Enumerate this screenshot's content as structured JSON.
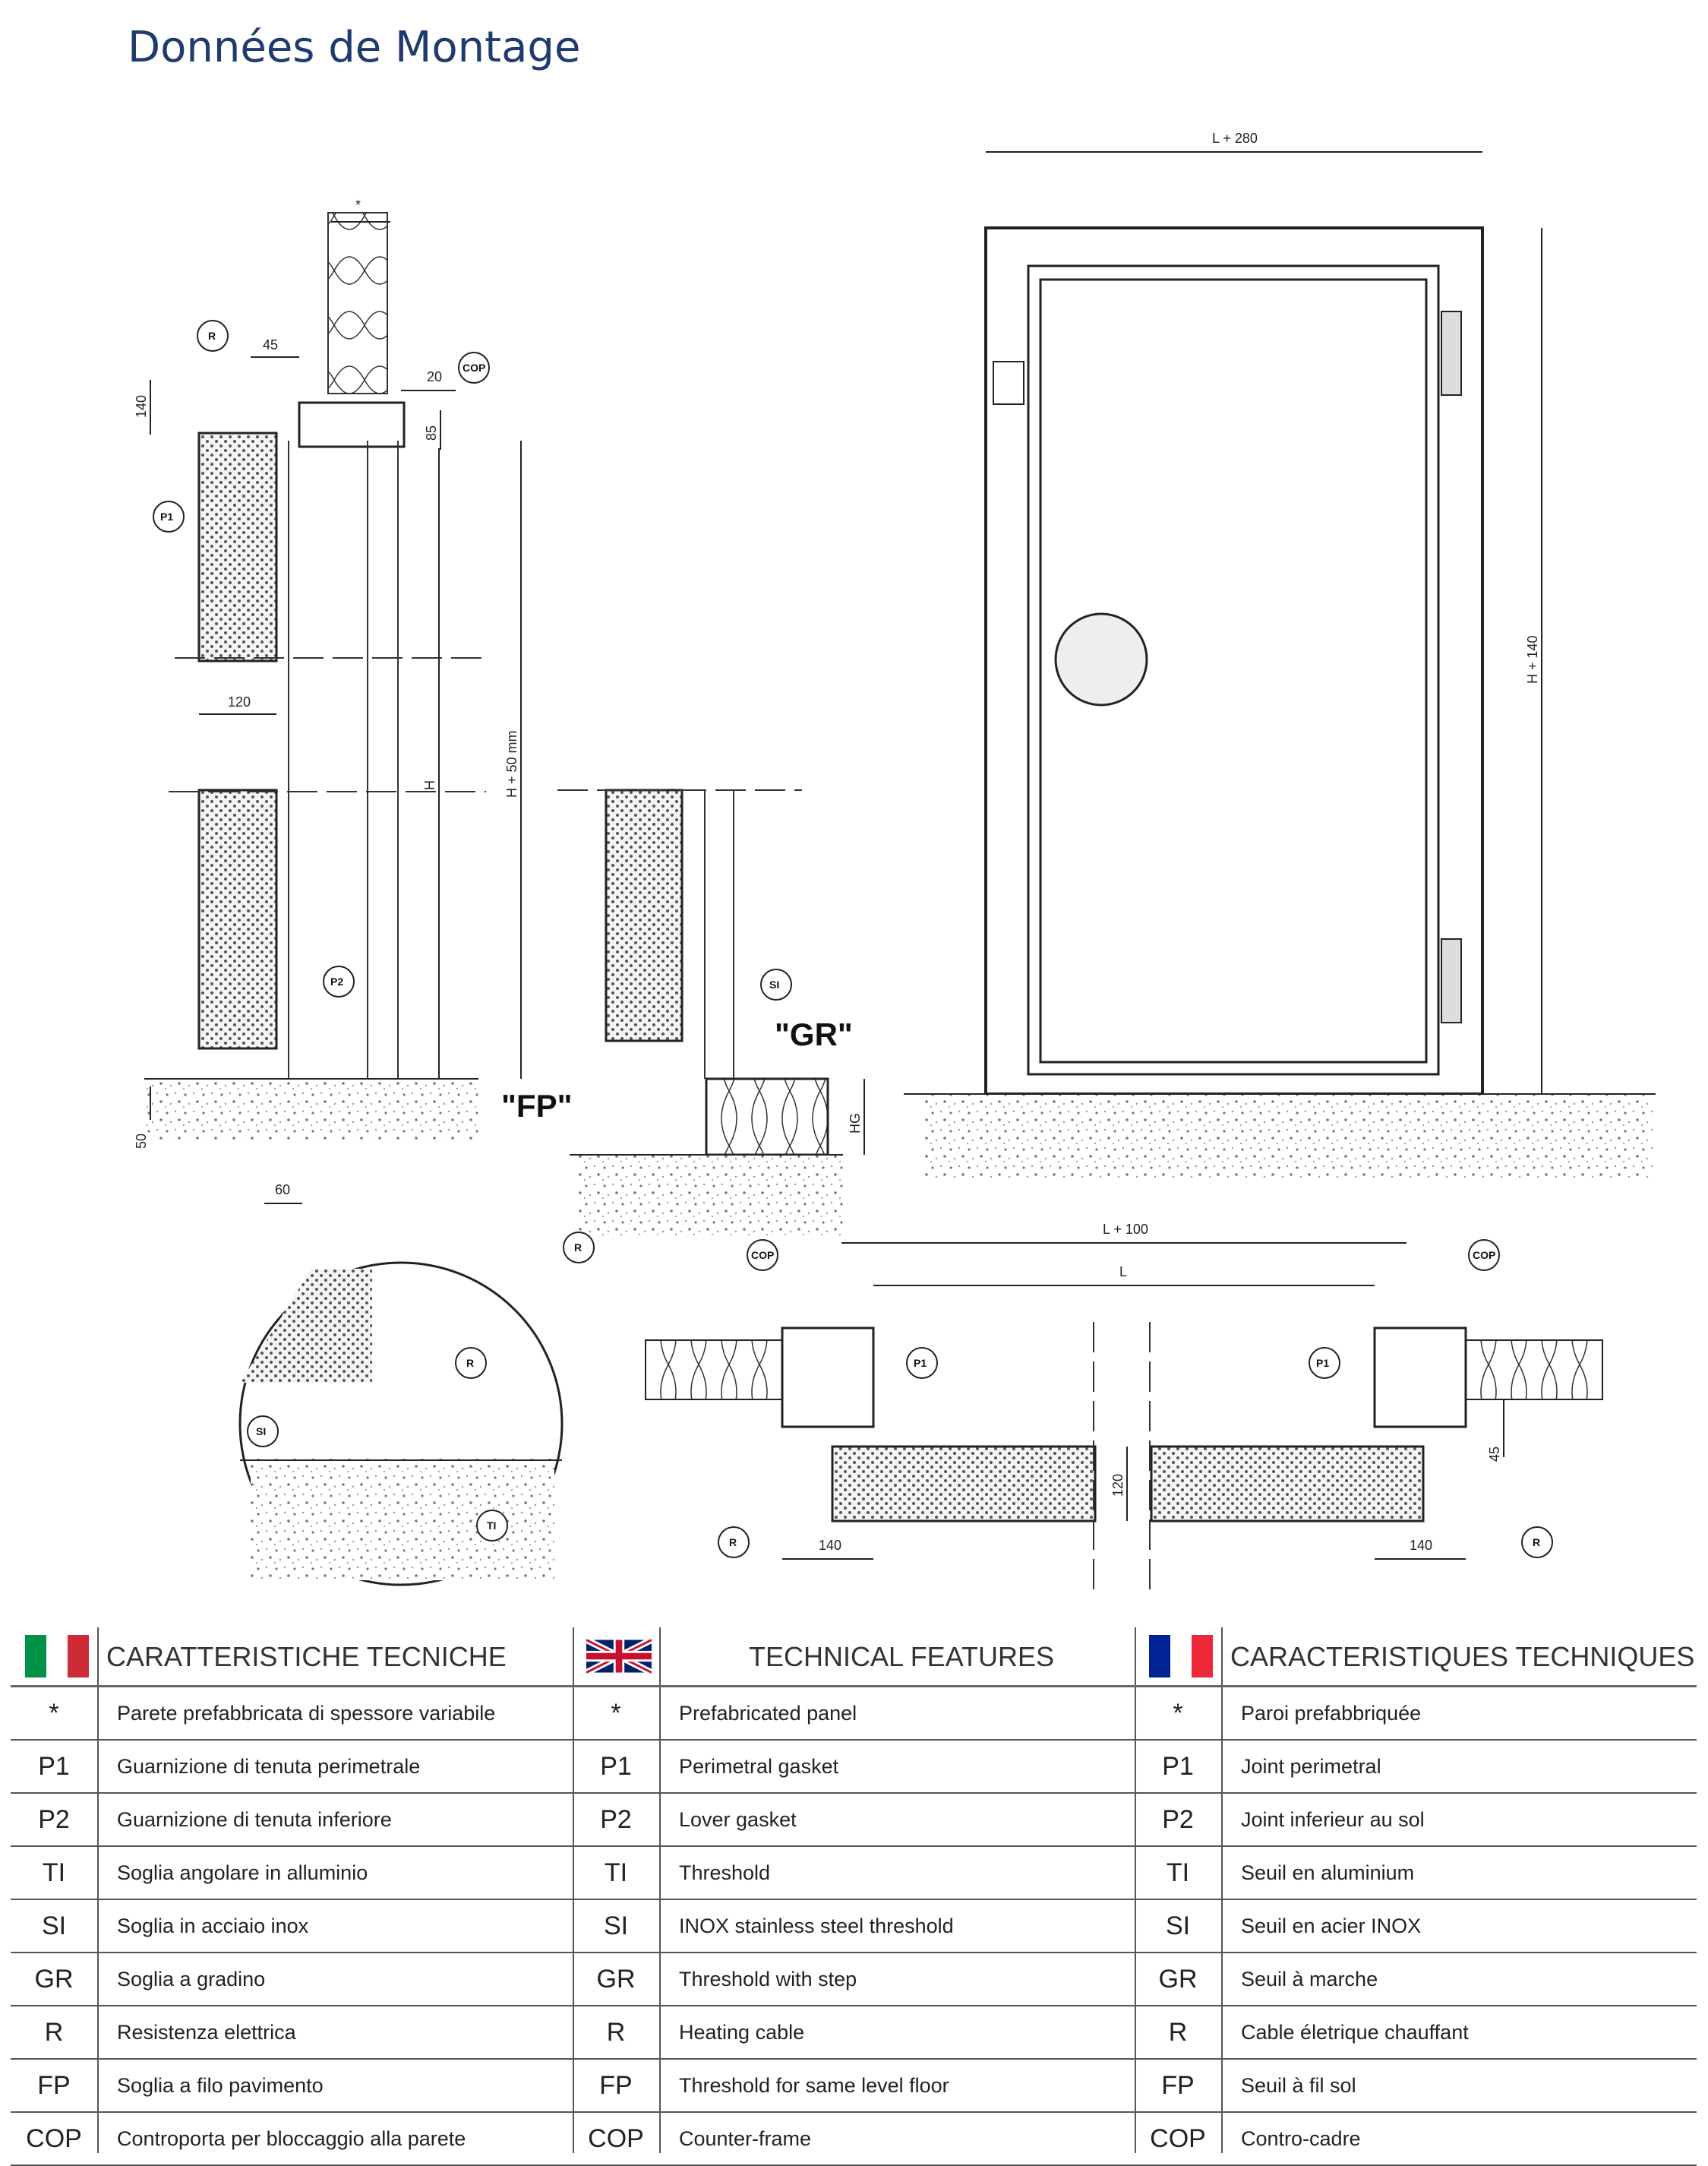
{
  "page": {
    "title": "Données de Montage"
  },
  "drawing": {
    "dims": {
      "star": "*",
      "d45": "45",
      "d20": "20",
      "d140": "140",
      "d85": "85",
      "d120": "120",
      "H": "H",
      "H50": "H + 50 mm",
      "d50": "50",
      "d60": "60",
      "HG": "HG",
      "L280": "L + 280",
      "H140": "H + 140",
      "L100": "L + 100",
      "L": "L",
      "p120": "120",
      "p45": "45",
      "p140a": "140",
      "p140b": "140"
    },
    "callouts": {
      "R": "R",
      "COP": "COP",
      "P1": "P1",
      "P2": "P2",
      "SI": "SI",
      "TI": "TI"
    },
    "labels": {
      "fp": "\"FP\"",
      "gr": "\"GR\""
    }
  },
  "legend": {
    "columns": [
      {
        "lang": "it",
        "flag": "italy-flag-icon",
        "header": "CARATTERISTICHE TECNICHE",
        "rows": [
          {
            "code": "*",
            "text": "Parete prefabbricata di spessore variabile"
          },
          {
            "code": "P1",
            "text": "Guarnizione di tenuta perimetrale"
          },
          {
            "code": "P2",
            "text": "Guarnizione di tenuta inferiore"
          },
          {
            "code": "TI",
            "text": "Soglia angolare in alluminio"
          },
          {
            "code": "SI",
            "text": "Soglia in acciaio inox"
          },
          {
            "code": "GR",
            "text": "Soglia a gradino"
          },
          {
            "code": "R",
            "text": "Resistenza elettrica"
          },
          {
            "code": "FP",
            "text": "Soglia a filo pavimento"
          },
          {
            "code": "COP",
            "text": "Controporta per bloccaggio alla parete"
          }
        ]
      },
      {
        "lang": "en",
        "flag": "uk-flag-icon",
        "header": "TECHNICAL FEATURES",
        "rows": [
          {
            "code": "*",
            "text": "Prefabricated panel"
          },
          {
            "code": "P1",
            "text": "Perimetral gasket"
          },
          {
            "code": "P2",
            "text": "Lover gasket"
          },
          {
            "code": "TI",
            "text": "Threshold"
          },
          {
            "code": "SI",
            "text": "INOX stainless steel threshold"
          },
          {
            "code": "GR",
            "text": "Threshold with step"
          },
          {
            "code": "R",
            "text": "Heating cable"
          },
          {
            "code": "FP",
            "text": "Threshold for same level floor"
          },
          {
            "code": "COP",
            "text": "Counter-frame"
          }
        ]
      },
      {
        "lang": "fr",
        "flag": "france-flag-icon",
        "header": "CARACTERISTIQUES TECHNIQUES",
        "rows": [
          {
            "code": "*",
            "text": "Paroi prefabbriquée"
          },
          {
            "code": "P1",
            "text": "Joint perimetral"
          },
          {
            "code": "P2",
            "text": "Joint inferieur au sol"
          },
          {
            "code": "TI",
            "text": "Seuil en aluminium"
          },
          {
            "code": "SI",
            "text": "Seuil en acier INOX"
          },
          {
            "code": "GR",
            "text": "Seuil à marche"
          },
          {
            "code": "R",
            "text": "Cable életrique chauffant"
          },
          {
            "code": "FP",
            "text": "Seuil à fil sol"
          },
          {
            "code": "COP",
            "text": "Contro-cadre"
          }
        ]
      }
    ]
  }
}
